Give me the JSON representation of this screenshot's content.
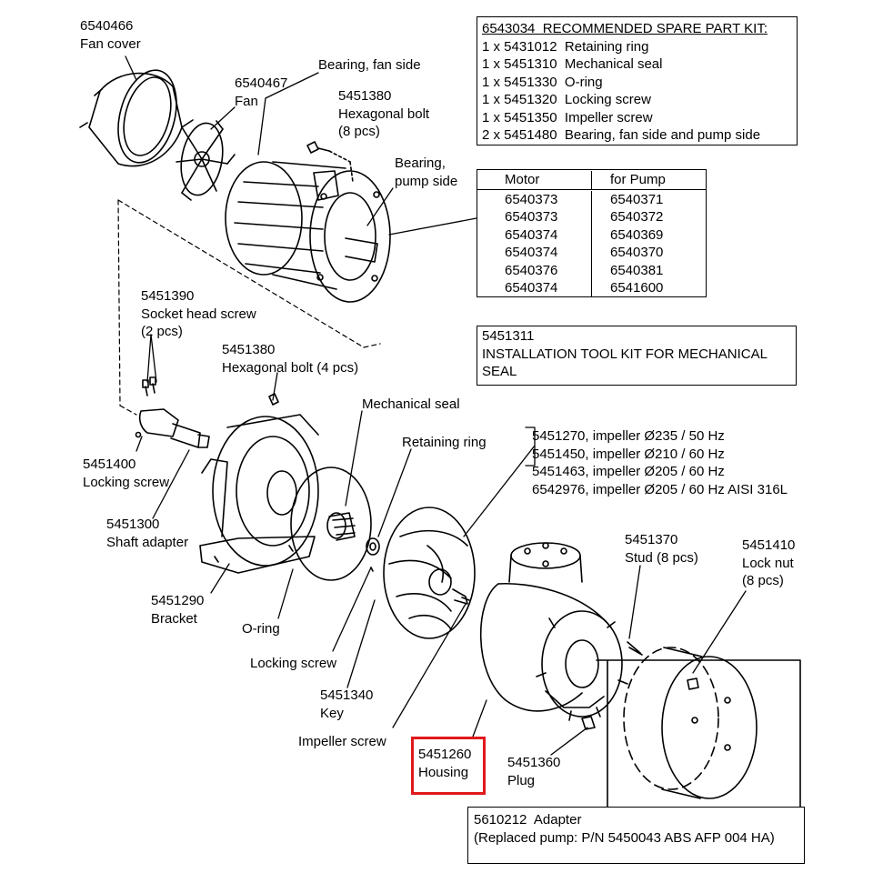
{
  "colors": {
    "highlight": "#e0191c",
    "line": "#000000"
  },
  "labels": {
    "fan_cover": "6540466\nFan cover",
    "fan": "6540467\nFan",
    "bearing_fan_side": "Bearing, fan side",
    "hex_bolt_8": "5451380\nHexagonal bolt\n(8 pcs)",
    "bearing_pump_side": "Bearing,\npump side",
    "socket_screw": "5451390\nSocket head screw\n(2 pcs)",
    "hex_bolt_4": "5451380\nHexagonal bolt (4 pcs)",
    "mechanical_seal": "Mechanical seal",
    "retaining_ring": "Retaining ring",
    "impellers": "5451270, impeller Ø235 / 50 Hz\n5451450, impeller Ø210 / 60 Hz\n5451463, impeller Ø205 / 60 Hz\n6542976, impeller Ø205 / 60 Hz AISI 316L",
    "locking_screw_1": "5451400\nLocking screw",
    "shaft_adapter": "5451300\nShaft adapter",
    "bracket": "5451290\nBracket",
    "o_ring": "O-ring",
    "locking_screw_2": "Locking screw",
    "key": "5451340\nKey",
    "impeller_screw": "Impeller screw",
    "stud": "5451370\nStud (8 pcs)",
    "lock_nut": "5451410\nLock nut\n(8 pcs)",
    "plug": "5451360\nPlug",
    "housing": "5451260\nHousing"
  },
  "spare_kit": {
    "title": "6543034  RECOMMENDED SPARE PART KIT:",
    "items": [
      "1 x 5431012  Retaining ring",
      "1 x 5451310  Mechanical seal",
      "1 x 5451330  O-ring",
      "1 x 5451320  Locking screw",
      "1 x 5451350  Impeller screw",
      "2 x 5451480  Bearing, fan side and pump side"
    ]
  },
  "motor_table": {
    "headers": [
      "Motor",
      "for Pump"
    ],
    "rows": [
      [
        "6540373",
        "6540371"
      ],
      [
        "6540373",
        "6540372"
      ],
      [
        "6540374",
        "6540369"
      ],
      [
        "6540374",
        "6540370"
      ],
      [
        "6540376",
        "6540381"
      ],
      [
        "6540374",
        "6541600"
      ]
    ]
  },
  "tool_kit": {
    "lines": [
      "5451311",
      "INSTALLATION TOOL KIT FOR MECHANICAL",
      "SEAL"
    ]
  },
  "adapter": {
    "lines": [
      "5610212  Adapter",
      "(Replaced pump: P/N 5450043 ABS AFP 004 HA)"
    ]
  }
}
